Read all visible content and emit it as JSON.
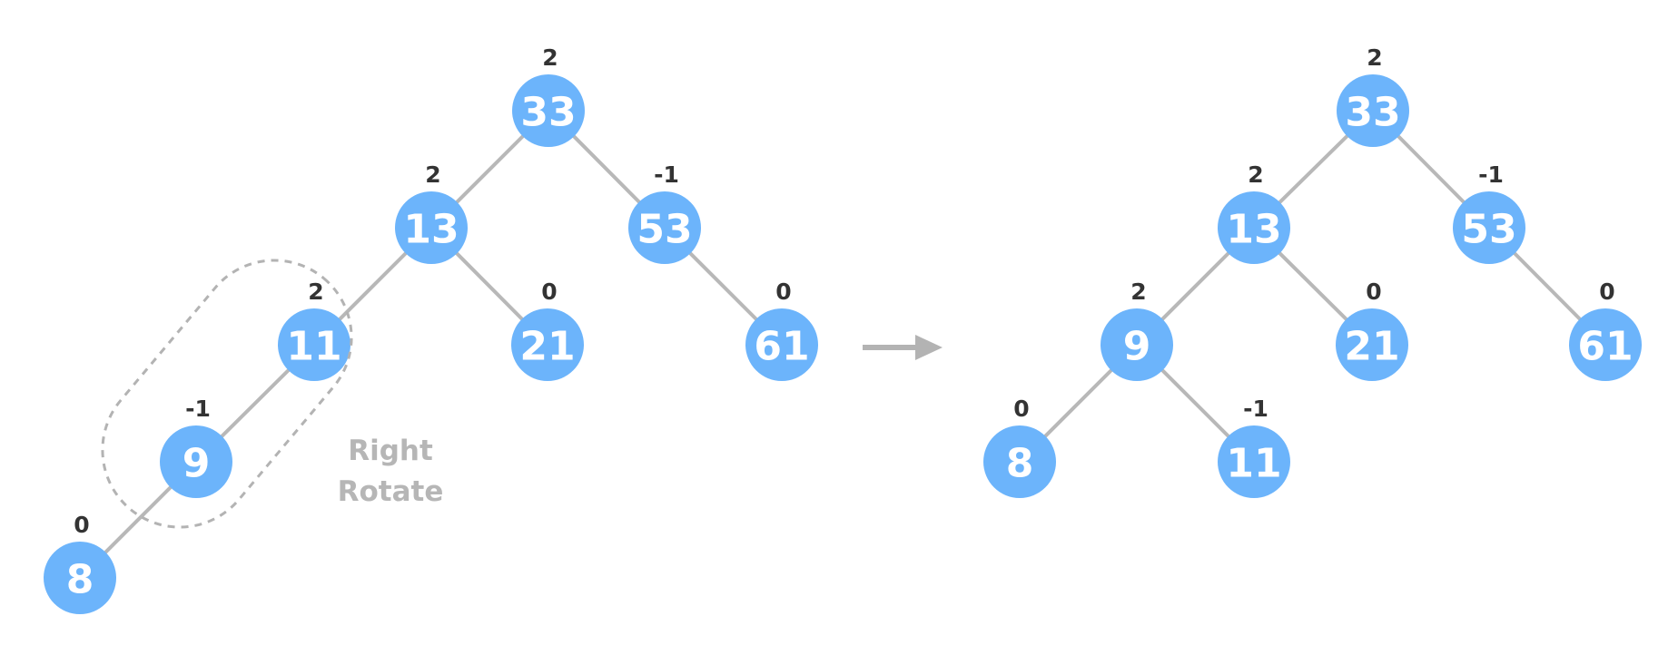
{
  "before_tree": {
    "nodes": [
      {
        "id": "33",
        "value": "33",
        "balance": "2"
      },
      {
        "id": "13",
        "value": "13",
        "balance": "2"
      },
      {
        "id": "53",
        "value": "53",
        "balance": "-1"
      },
      {
        "id": "11",
        "value": "11",
        "balance": "2"
      },
      {
        "id": "21",
        "value": "21",
        "balance": "0"
      },
      {
        "id": "61",
        "value": "61",
        "balance": "0"
      },
      {
        "id": "9",
        "value": "9",
        "balance": "-1"
      },
      {
        "id": "8",
        "value": "8",
        "balance": "0"
      }
    ],
    "edges": [
      [
        "33",
        "13"
      ],
      [
        "33",
        "53"
      ],
      [
        "13",
        "11"
      ],
      [
        "13",
        "21"
      ],
      [
        "53",
        "61"
      ],
      [
        "11",
        "9"
      ],
      [
        "9",
        "8"
      ]
    ],
    "rotation_label": [
      "Right",
      "Rotate"
    ]
  },
  "after_tree": {
    "nodes": [
      {
        "id": "33",
        "value": "33",
        "balance": "2"
      },
      {
        "id": "13",
        "value": "13",
        "balance": "2"
      },
      {
        "id": "53",
        "value": "53",
        "balance": "-1"
      },
      {
        "id": "9",
        "value": "9",
        "balance": "2"
      },
      {
        "id": "21",
        "value": "21",
        "balance": "0"
      },
      {
        "id": "61",
        "value": "61",
        "balance": "0"
      },
      {
        "id": "8",
        "value": "8",
        "balance": "0"
      },
      {
        "id": "11",
        "value": "11",
        "balance": "-1"
      }
    ],
    "edges": [
      [
        "33",
        "13"
      ],
      [
        "33",
        "53"
      ],
      [
        "13",
        "9"
      ],
      [
        "13",
        "21"
      ],
      [
        "53",
        "61"
      ],
      [
        "9",
        "8"
      ],
      [
        "9",
        "11"
      ]
    ]
  },
  "colors": {
    "node": "#6cb4fb",
    "edge": "#b8b8b8",
    "balance_text": "#333333",
    "annotation": "#b6b6b6"
  }
}
